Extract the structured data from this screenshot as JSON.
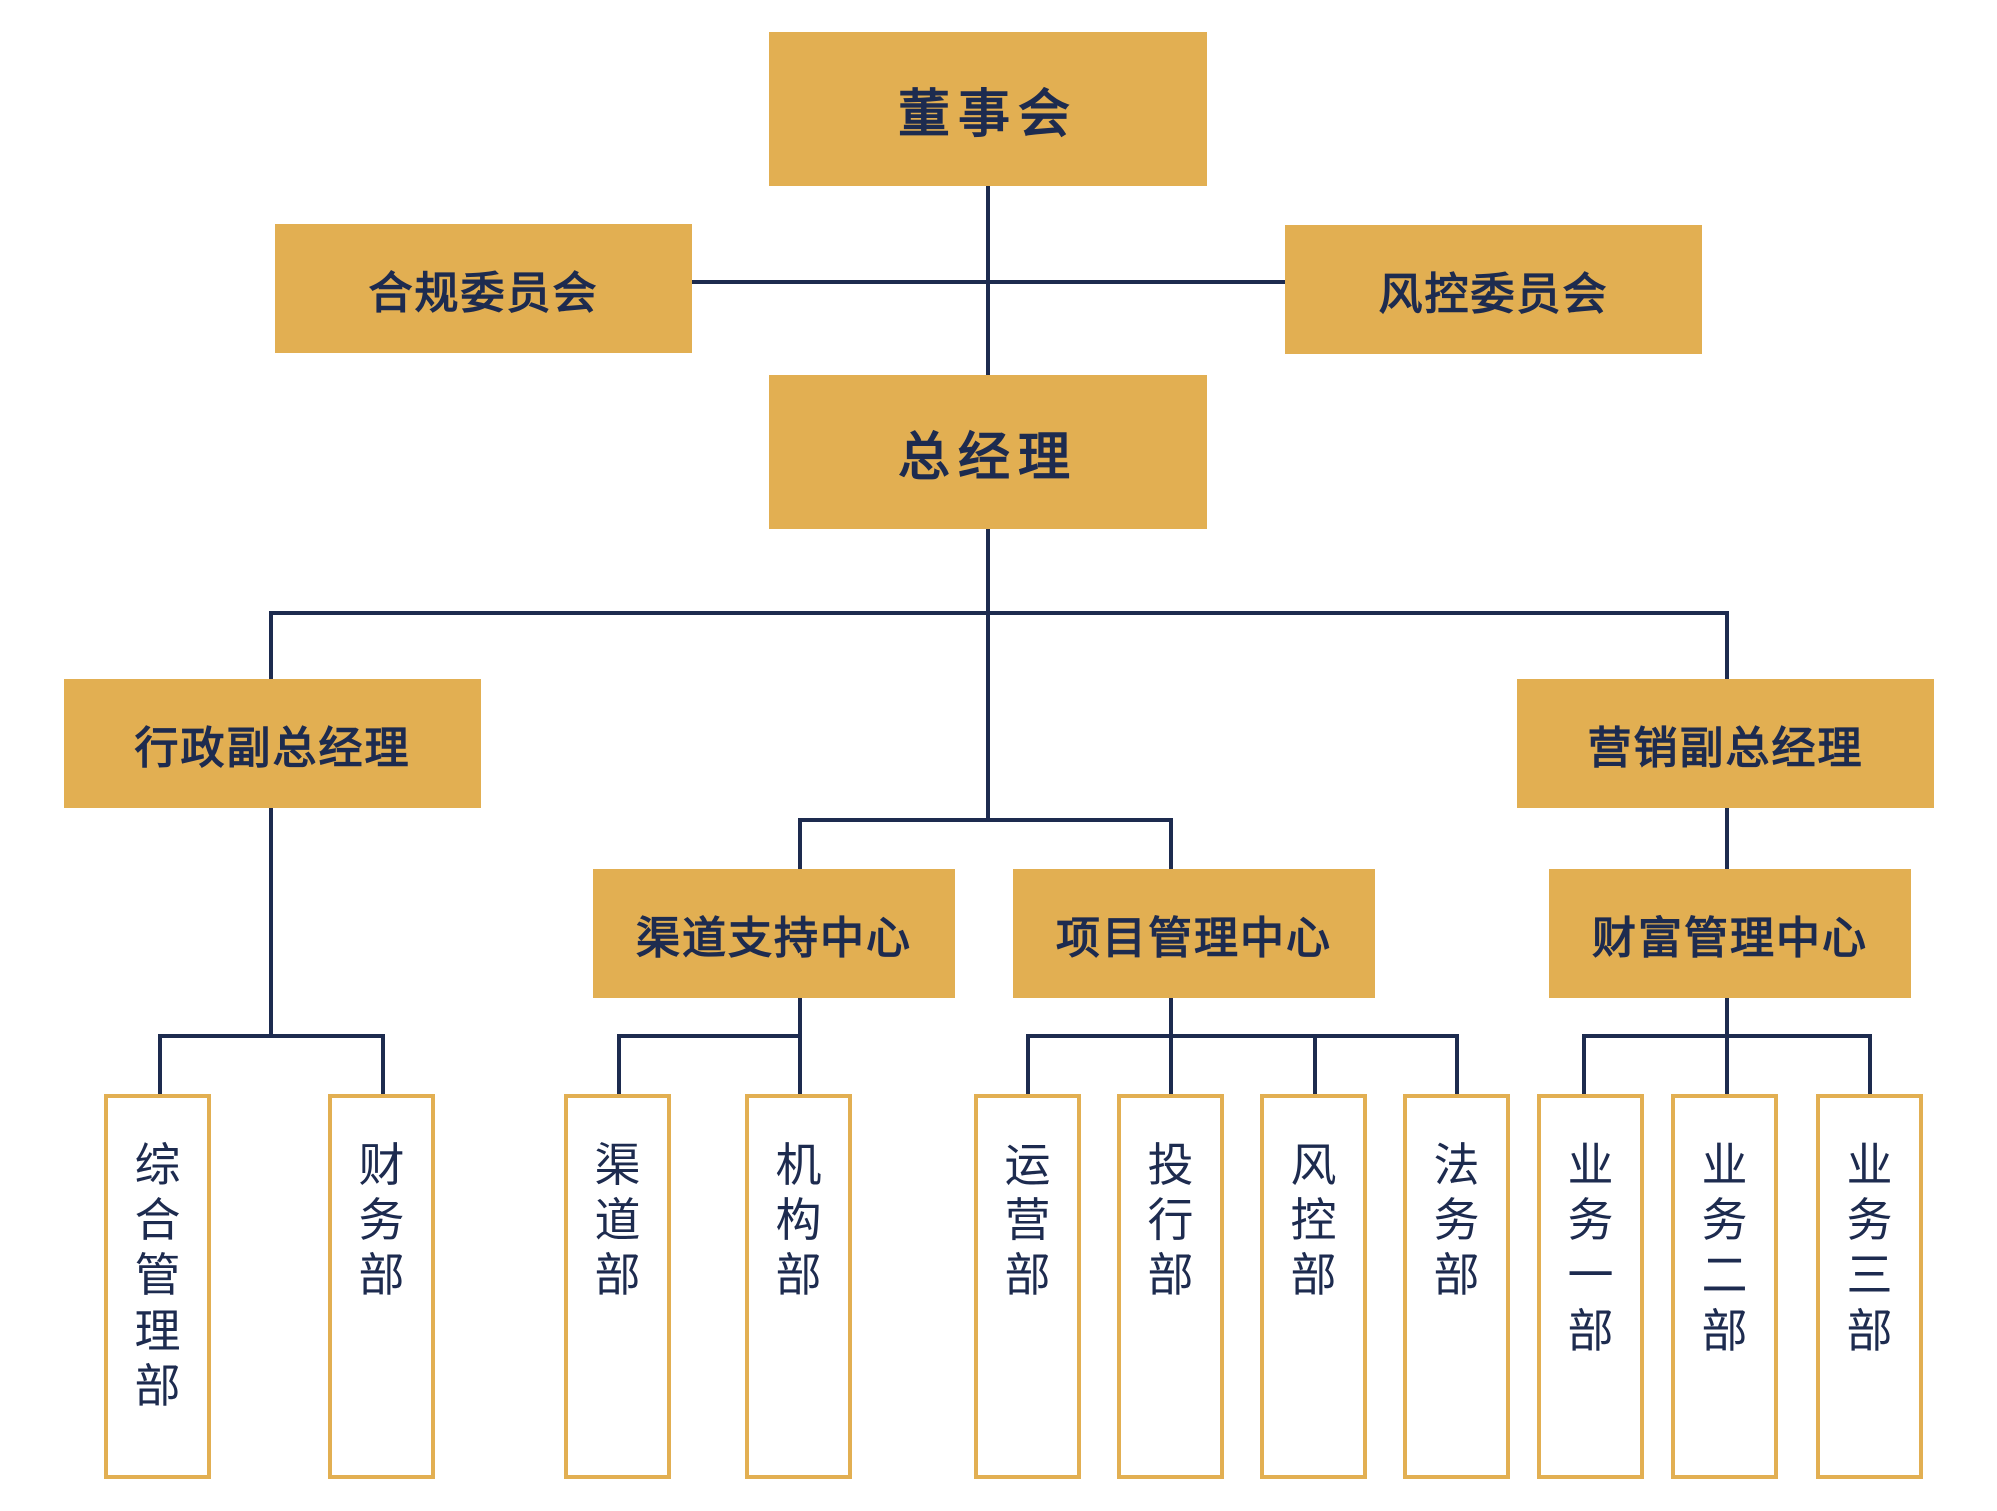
{
  "colors": {
    "accent": "#e2af52",
    "line": "#1d2b4f",
    "text": "#1d2b4f"
  },
  "org": {
    "board": "董事会",
    "compliance_committee": "合规委员会",
    "risk_committee": "风控委员会",
    "general_manager": "总经理",
    "admin_vp": "行政副总经理",
    "marketing_vp": "营销副总经理",
    "channel_center": "渠道支持中心",
    "project_center": "项目管理中心",
    "wealth_center": "财富管理中心",
    "departments": {
      "general_management": "综合管理部",
      "finance": "财务部",
      "channel": "渠道部",
      "institution": "机构部",
      "operations": "运营部",
      "investment_banking": "投行部",
      "risk_control": "风控部",
      "legal": "法务部",
      "business_1": "业务一部",
      "business_2": "业务二部",
      "business_3": "业务三部"
    }
  }
}
